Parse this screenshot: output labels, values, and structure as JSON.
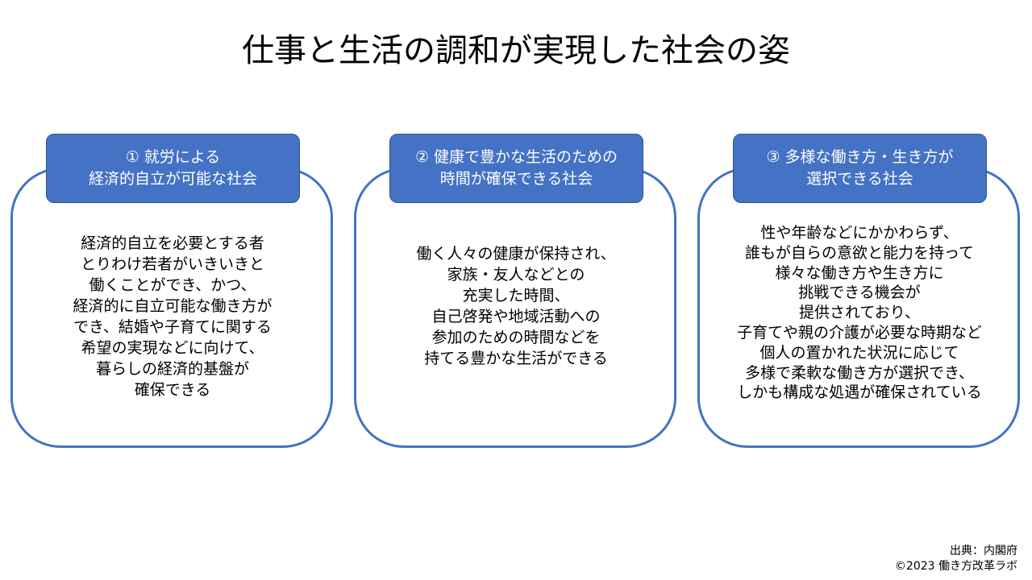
{
  "title": "仕事と生活の調和が実現した社会の姿",
  "cards": [
    {
      "heading": [
        "① 就労による",
        "経済的自立が可能な社会"
      ],
      "lines": [
        "経済的自立を必要とする者",
        "とりわけ若者がいきいきと",
        "働くことができ、かつ、",
        "経済的に自立可能な働き方が",
        "でき、結婚や子育てに関する",
        "希望の実現などに向けて、",
        "暮らしの経済的基盤が",
        "確保できる"
      ]
    },
    {
      "heading": [
        "② 健康で豊かな生活のための",
        "時間が確保できる社会"
      ],
      "lines": [
        "働く人々の健康が保持され、",
        "家族・友人などとの",
        "充実した時間、",
        "自己啓発や地域活動への",
        "参加のための時間などを",
        "持てる豊かな生活ができる"
      ]
    },
    {
      "heading": [
        "③ 多様な働き方・生き方が",
        "選択できる社会"
      ],
      "lines": [
        "性や年齢などにかかわらず、",
        "誰もが自らの意欲と能力を持って",
        "様々な働き方や生き方に",
        "挑戦できる機会が",
        "提供されており、",
        "子育てや親の介護が必要な時期など",
        "個人の置かれた状況に応じて",
        "多様で柔軟な働き方が選択でき、",
        "しかも構成な処遇が確保されている"
      ]
    }
  ],
  "footer": {
    "source": "出典：内閣府",
    "copyright": "©2023 働き方改革ラボ"
  },
  "colors": {
    "accent": "#4472C4"
  }
}
